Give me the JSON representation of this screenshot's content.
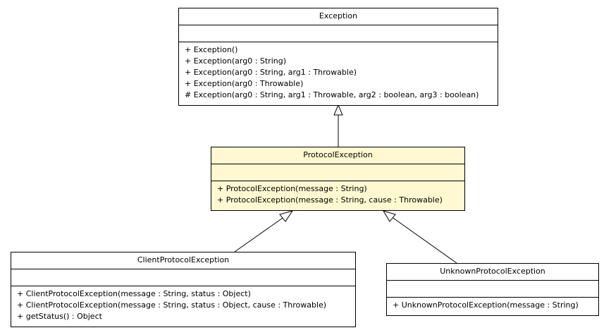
{
  "classes": {
    "exception": {
      "name": "Exception",
      "operations": [
        "+ Exception()",
        "+ Exception(arg0 : String)",
        "+ Exception(arg0 : String, arg1 : Throwable)",
        "+ Exception(arg0 : Throwable)",
        "# Exception(arg0 : String, arg1 : Throwable, arg2 : boolean, arg3 : boolean)"
      ]
    },
    "protocol": {
      "name": "ProtocolException",
      "operations": [
        "+ ProtocolException(message : String)",
        "+ ProtocolException(message : String, cause : Throwable)"
      ]
    },
    "client": {
      "name": "ClientProtocolException",
      "operations": [
        "+ ClientProtocolException(message : String, status : Object)",
        "+ ClientProtocolException(message : String, status : Object, cause : Throwable)",
        "+ getStatus() : Object"
      ]
    },
    "unknown": {
      "name": "UnknownProtocolException",
      "operations": [
        "+ UnknownProtocolException(message : String)"
      ]
    }
  },
  "colors": {
    "highlight_fill": "#fff8d0",
    "border": "#000000"
  }
}
